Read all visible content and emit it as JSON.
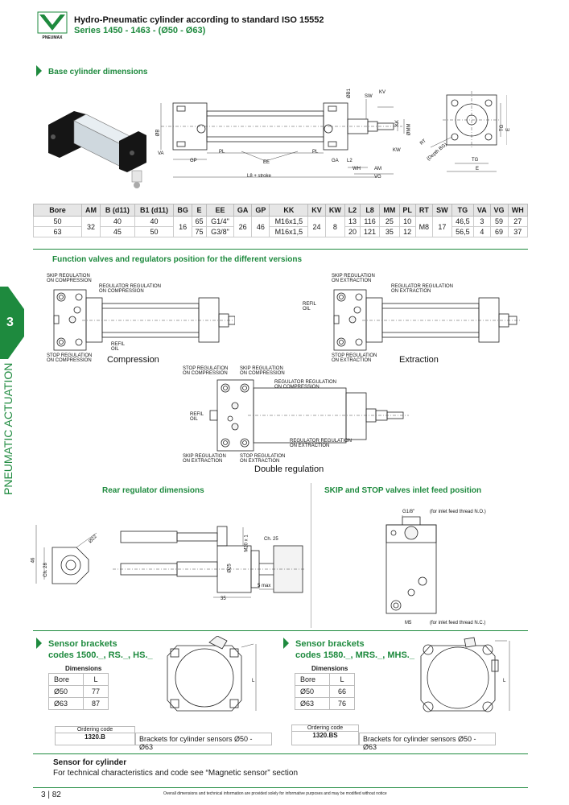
{
  "header": {
    "brand": "PNEUMAX",
    "title": "Hydro-Pneumatic cylinder according to standard ISO 15552",
    "subtitle": "Series 1450 - 1463 - (Ø50 - Ø63)"
  },
  "side_tab": {
    "number": "3",
    "label": "PNEUMATIC ACTUATION"
  },
  "colors": {
    "accent": "#1e8a3e"
  },
  "sections": {
    "base_dimensions": "Base cylinder dimensions",
    "function_valves": "Function valves and regulators position for the different versions",
    "rear_regulator": "Rear regulator dimensions",
    "skip_stop_inlet": "SKIP and STOP valves inlet feed position",
    "sensor_brackets_1": "Sensor brackets",
    "sensor_brackets_1_codes": "codes 1500._, RS._, HS._",
    "sensor_brackets_2": "Sensor brackets",
    "sensor_brackets_2_codes": "codes 1580._, MRS._, MHS._"
  },
  "base_drawing_labels": {
    "b1": "ØB1",
    "sw": "SW",
    "kv": "KV",
    "kk": "KK",
    "mm": "ØMM",
    "b": "ØB",
    "va": "VA",
    "pl1": "PL",
    "pl2": "PL",
    "gp": "GP",
    "ee": "EE",
    "ga": "GA",
    "l2": "L2",
    "wh": "WH",
    "am": "AM",
    "vg": "VG",
    "l8": "L8 + stroke",
    "kw": "KW",
    "rt": "RT",
    "rt_depth": "(Depth BG)",
    "tg1": "TG",
    "e1": "E",
    "tg2": "TG",
    "e2": "E"
  },
  "dims_table": {
    "headers": [
      "Bore",
      "AM",
      "B (d11)",
      "B1 (d11)",
      "BG",
      "E",
      "EE",
      "GA",
      "GP",
      "KK",
      "KV",
      "KW",
      "L2",
      "L8",
      "MM",
      "PL",
      "RT",
      "SW",
      "TG",
      "VA",
      "VG",
      "WH"
    ],
    "rows": [
      {
        "bore": "50",
        "b": "40",
        "b1": "40",
        "e": "65",
        "ee": "G1/4\"",
        "kk": "M16x1,5",
        "l2": "13",
        "l8": "116",
        "mm": "25",
        "pl": "10",
        "tg": "46,5",
        "va": "3",
        "vg": "59",
        "wh": "27"
      },
      {
        "bore": "63",
        "b": "45",
        "b1": "50",
        "e": "75",
        "ee": "G3/8\"",
        "kk": "M16x1,5",
        "l2": "20",
        "l8": "121",
        "mm": "35",
        "pl": "12",
        "tg": "56,5",
        "va": "4",
        "vg": "69",
        "wh": "37"
      }
    ],
    "shared": {
      "am": "32",
      "bg": "16",
      "ga": "26",
      "gp": "46",
      "kv": "24",
      "kw": "8",
      "rt": "M8",
      "sw": "17"
    }
  },
  "function_labels": {
    "skip_comp": "SKIP REGULATION\nON COMPRESSION",
    "reg_comp": "REGULATOR REGULATION\nON COMPRESSION",
    "refil_oil_1": "REFIL\nOIL",
    "stop_comp": "STOP REGULATION\nON COMPRESSION",
    "caption_comp": "Compression",
    "skip_ext": "SKIP REGULATION\nON EXTRACTION",
    "reg_ext": "REGULATOR REGULATION\nON EXTRACTION",
    "refil_oil_2": "REFIL\nOIL",
    "stop_ext": "STOP REGULATION\nON EXTRACTION",
    "caption_ext": "Extraction",
    "dbl_stop_comp": "STOP REGULATION\nON COMPRESSION",
    "dbl_skip_comp": "SKIP REGULATION\nON COMPRESSION",
    "dbl_reg_comp": "REGULATOR REGULATION\nON COMPRESSION",
    "dbl_refil": "REFIL\nOIL",
    "dbl_reg_ext": "REGULATOR REGULATION\nON EXTRACTION",
    "dbl_skip_ext": "SKIP REGULATION\nON EXTRACTION",
    "dbl_stop_ext": "STOP REGULATION\nON EXTRACTION",
    "caption_dbl": "Double regulation"
  },
  "rear_labels": {
    "d22": "Ø22",
    "h46": "46",
    "ch28": "Ch. 28",
    "m20": "M20 x 1",
    "ch25": "Ch. 25",
    "d25": "Ø25",
    "max5": "5 max",
    "w35": "35"
  },
  "inlet_labels": {
    "g18": "G1/8\"",
    "no": "(for inlet feed thread N.O.)",
    "m5": "M5",
    "nc": "(for inlet feed thread N.C.)"
  },
  "sensor_table_1": {
    "title": "Dimensions",
    "headers": [
      "Bore",
      "L"
    ],
    "rows": [
      [
        "Ø50",
        "77"
      ],
      [
        "Ø63",
        "87"
      ]
    ],
    "l_label": "L",
    "ordering_label": "Ordering code",
    "code": "1320.B",
    "description": "Brackets for cylinder sensors Ø50 - Ø63"
  },
  "sensor_table_2": {
    "title": "Dimensions",
    "headers": [
      "Bore",
      "L"
    ],
    "rows": [
      [
        "Ø50",
        "66"
      ],
      [
        "Ø63",
        "76"
      ]
    ],
    "l_label": "L",
    "ordering_label": "Ordering code",
    "code": "1320.BS",
    "description": "Brackets for cylinder sensors Ø50 - Ø63"
  },
  "sensor_note": {
    "title": "Sensor for cylinder",
    "text": "For technical characteristics and code see “Magnetic sensor” section"
  },
  "footer": {
    "page": "3 | 82",
    "disclaimer": "Overall dimensions and technical information are provided solely for informative purposes and may be modified without notice"
  }
}
